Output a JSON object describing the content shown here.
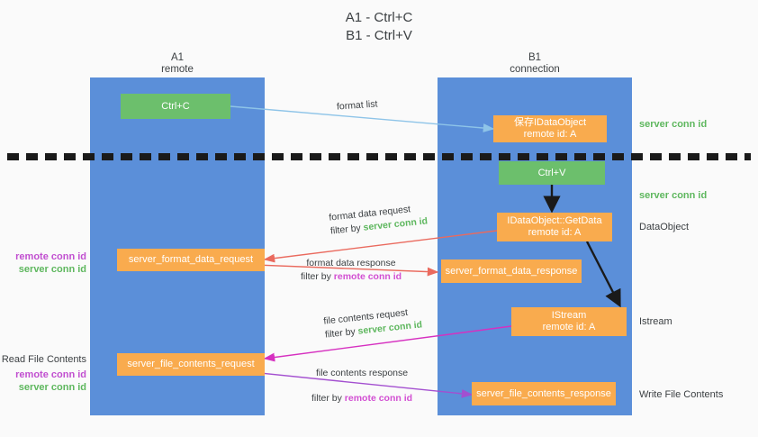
{
  "title": "A1 - Ctrl+C\nB1 - Ctrl+V",
  "columns": [
    {
      "name": "a1",
      "label": "A1\nremote"
    },
    {
      "name": "b1",
      "label": "B1\nconnection"
    }
  ],
  "nodes": {
    "ctrl_c": "Ctrl+C",
    "save_idataobject": "保存IDataObject\nremote id: A",
    "ctrl_v": "Ctrl+V",
    "idataobject_getdata": "IDataObject::GetData\nremote id: A",
    "server_format_data_request": "server_format_data_request",
    "server_format_data_response": "server_format_data_response",
    "istream": "IStream\nremote id: A",
    "server_file_contents_request": "server_file_contents_request",
    "server_file_contents_response": "server_file_contents_response"
  },
  "edge_labels": {
    "format_list": "format list",
    "format_data_request": "format data request",
    "format_data_request_filter_prefix": "filter by ",
    "format_data_request_filter_key": "server conn id",
    "format_data_response": "format data response",
    "format_data_response_filter_prefix": "filter by ",
    "format_data_response_filter_key": "remote conn id",
    "file_contents_request": "file contents request",
    "file_contents_request_filter_prefix": "filter by ",
    "file_contents_request_filter_key": "server conn id",
    "file_contents_response": "file contents response",
    "file_contents_response_filter_prefix": "filter by ",
    "file_contents_response_filter_key": "remote conn id"
  },
  "right_labels": {
    "server_conn_id_top": "server conn id",
    "server_conn_id_mid": "server conn id",
    "data_object": "DataObject",
    "istream": "Istream",
    "write_file_contents": "Write File Contents"
  },
  "left_labels": {
    "remote_conn_id_1": "remote conn id",
    "server_conn_id_1": "server conn id",
    "read_file_contents": "Read File Contents",
    "remote_conn_id_2": "remote conn id",
    "server_conn_id_2": "server conn id"
  },
  "colors": {
    "lane": "#5b8fd9",
    "node_orange": "#f9ab4e",
    "node_green": "#6cbf6c",
    "server_conn_id": "#5eb75e",
    "remote_conn_id": "#c14fd0",
    "wire_blue": "#8ec4e8",
    "wire_red": "#ea6a5e",
    "wire_magenta": "#d630c0",
    "wire_purple": "#a34fd0",
    "wire_black": "#1a1a1a"
  }
}
